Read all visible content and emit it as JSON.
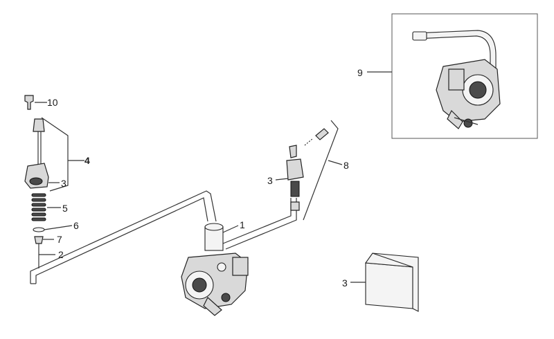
{
  "callouts": {
    "c1": "1",
    "c2": "2",
    "c3_needle": "3",
    "c3_jet": "3",
    "c3_bag": "3",
    "c4": "4",
    "c5": "5",
    "c6": "6",
    "c7": "7",
    "c8": "8",
    "c9": "9",
    "c10": "10"
  }
}
